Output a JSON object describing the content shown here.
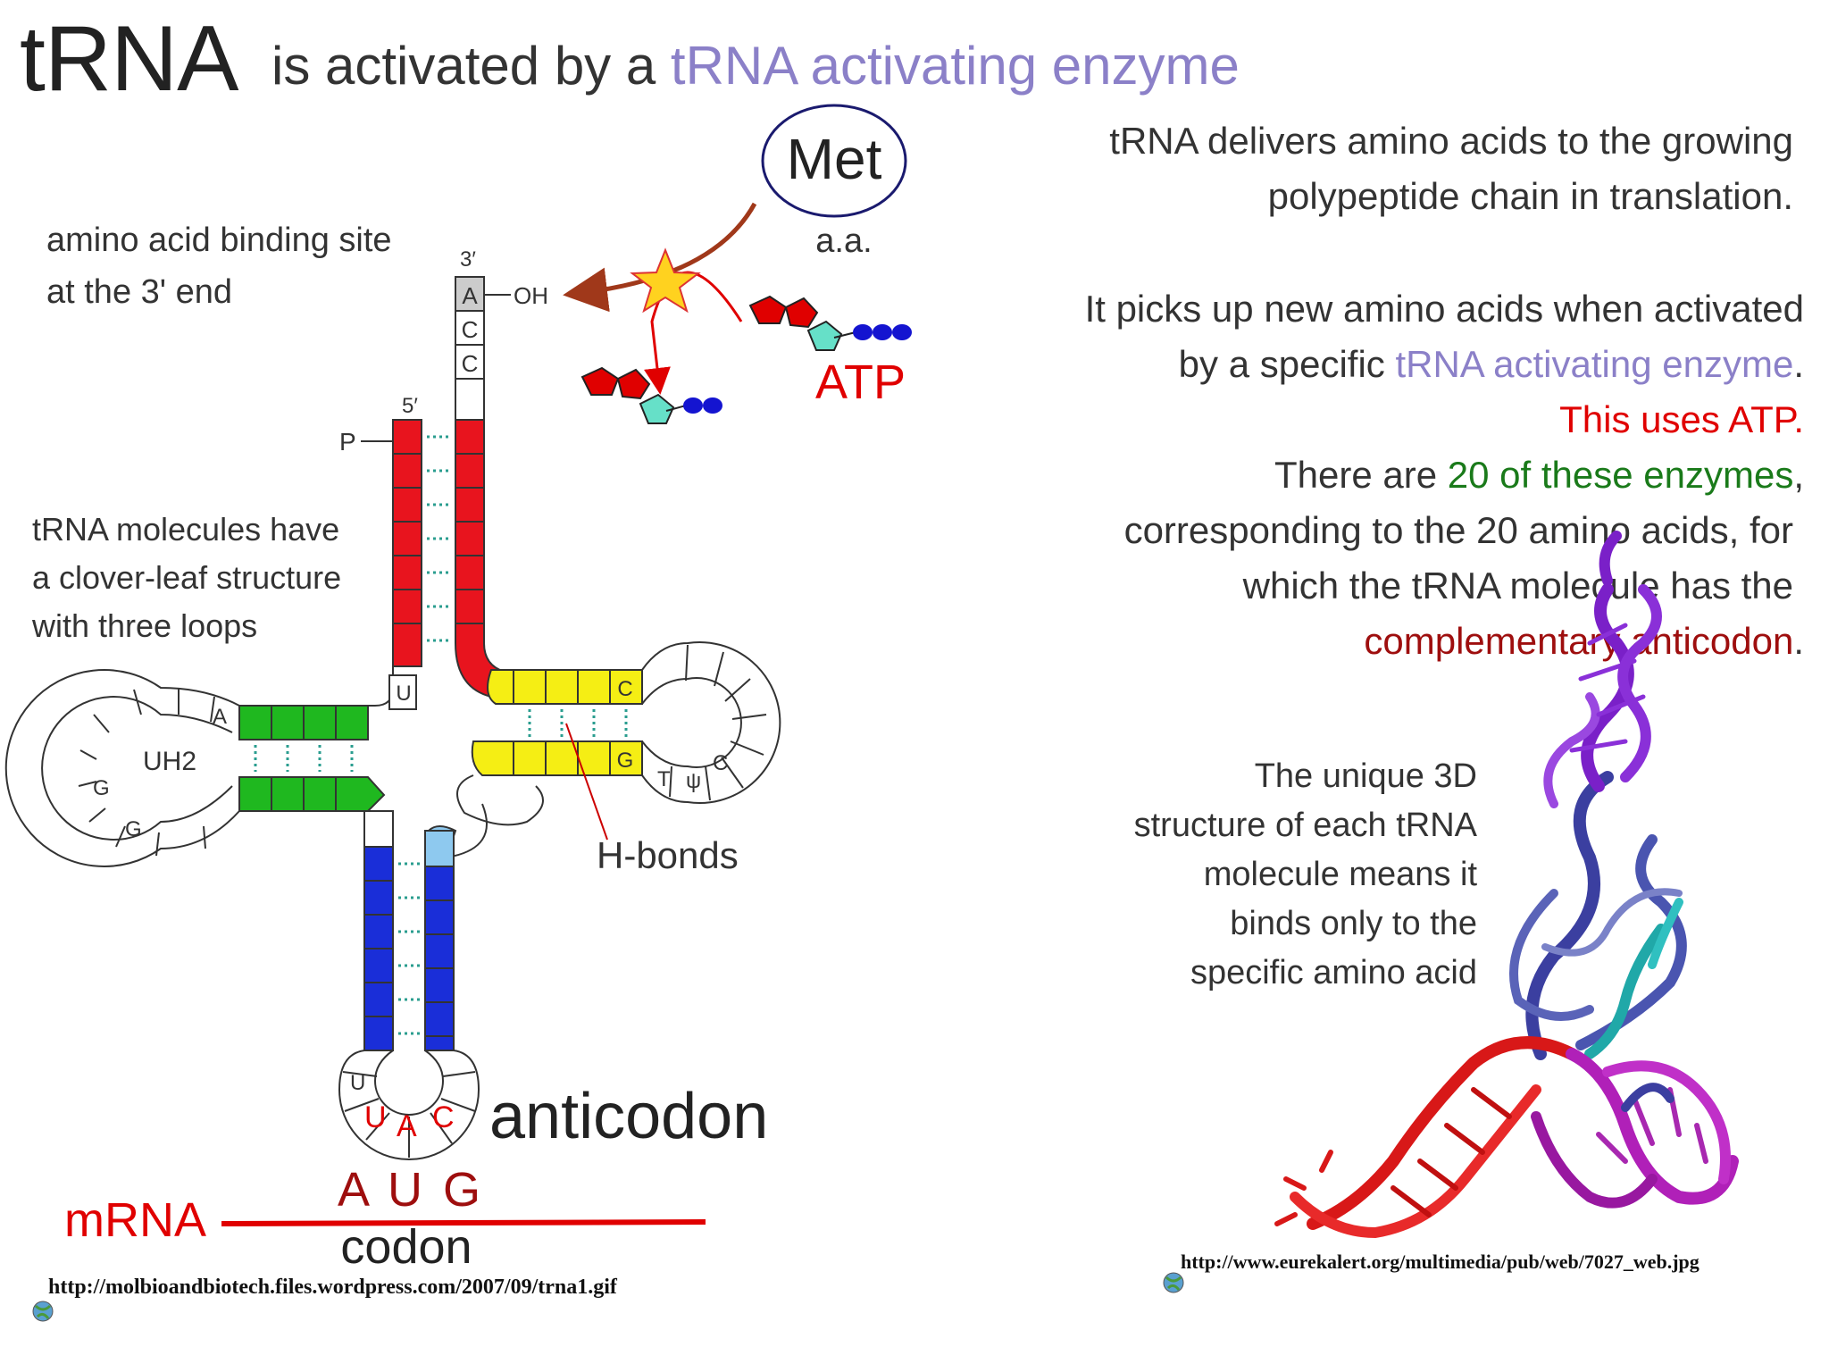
{
  "title": {
    "main": "tRNA",
    "rest_plain": "is activated by a",
    "rest_colored": "tRNA activating enzyme"
  },
  "right_text": {
    "para1_line1": "tRNA delivers amino acids to the growing",
    "para1_line2": "polypeptide chain in translation.",
    "para2_line1": "It picks up new amino acids when activated",
    "para2_line2_plain": "by a specific",
    "para2_line2_colored": "tRNA activating enzyme",
    "para2_line2_end": ".",
    "para2_line3_colored": "This uses ATP",
    "para2_line3_end": ".",
    "para2_line4_plain": "There are",
    "para2_line4_colored": "20 of these enzymes",
    "para2_line4_end": ",",
    "para2_line5": "corresponding to the 20 amino acids, for",
    "para2_line6": "which the tRNA molecule has the",
    "para2_line7_colored": "complementary anticodon",
    "para2_line7_end": "."
  },
  "labels": {
    "binding_site_line1": "amino acid binding site",
    "binding_site_line2": "at the 3' end",
    "cloverleaf_line1": "tRNA molecules have",
    "cloverleaf_line2": "a clover-leaf structure",
    "cloverleaf_line3": "with three loops",
    "met": "Met",
    "aa": "a.a.",
    "atp": "ATP",
    "h_bonds": "H-bonds",
    "anticodon": "anticodon",
    "codon_letters": "A U G",
    "mrna": "mRNA",
    "codon": "codon",
    "three_prime": "3′",
    "five_prime": "5′",
    "oh": "OH",
    "p": "P",
    "acc_a": "A",
    "acc_c1": "C",
    "acc_c2": "C",
    "uh2": "UH2",
    "dloop_a": "A",
    "dloop_g1": "G",
    "dloop_g2": "G",
    "u_top": "U",
    "u_loop": "U",
    "t_c": "C",
    "t_g": "G",
    "t_t": "T",
    "t_psi": "ψ",
    "t_c2": "C",
    "anti_u": "U",
    "anti_a": "A",
    "anti_c": "C"
  },
  "structure_caption": {
    "line1": "The unique 3D",
    "line2": "structure of each tRNA",
    "line3": "molecule means it",
    "line4": "binds only to the",
    "line5": "specific amino acid"
  },
  "sources": {
    "left_url": "http://molbioandbiotech.files.wordpress.com/2007/09/trna1.gif",
    "right_url": "http://www.eurekalert.org/multimedia/pub/web/7027_web.jpg"
  },
  "colors": {
    "lavender": "#8b80c8",
    "red": "#e00000",
    "green": "#1a7a1a",
    "dark_red": "#9e0e0e",
    "navy": "#1a1a6e"
  }
}
